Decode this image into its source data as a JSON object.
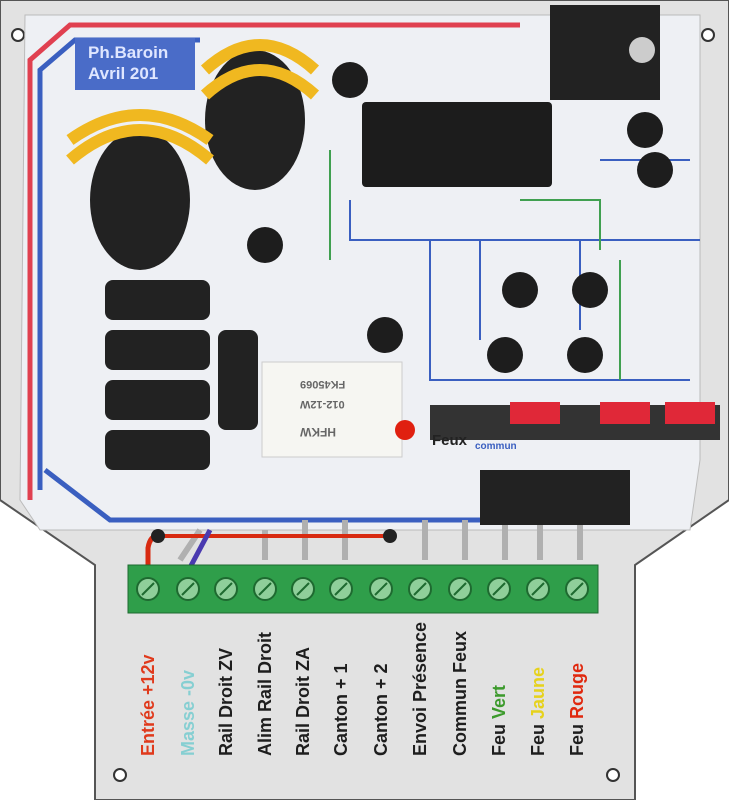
{
  "board": {
    "author": "Ph.Baroin",
    "date": "Avril 201",
    "feux_label": "Feux",
    "commun_label": "commun",
    "relay_brand": "HFKW",
    "relay_model": "012-12W",
    "relay_code": "FK45069"
  },
  "terminals": [
    {
      "prefix": "Entrée +12v",
      "highlight": "",
      "color": "#e03a1c"
    },
    {
      "prefix": "Masse -0v",
      "highlight": "",
      "color": "#86cfd2"
    },
    {
      "prefix": "Rail Droit ZV",
      "highlight": "",
      "color": "#1e1e1e"
    },
    {
      "prefix": "Alim Rail Droit",
      "highlight": "",
      "color": "#1e1e1e"
    },
    {
      "prefix": "Rail Droit ZA",
      "highlight": "",
      "color": "#1e1e1e"
    },
    {
      "prefix": "Canton + 1",
      "highlight": "",
      "color": "#1e1e1e"
    },
    {
      "prefix": "Canton + 2",
      "highlight": "",
      "color": "#1e1e1e"
    },
    {
      "prefix": "Envoi Présence",
      "highlight": "",
      "color": "#1e1e1e"
    },
    {
      "prefix": "Commun Feux",
      "highlight": "",
      "color": "#1e1e1e"
    },
    {
      "prefix": "Feu ",
      "highlight": "Vert",
      "color": "#3c9a2c"
    },
    {
      "prefix": "Feu ",
      "highlight": "Jaune",
      "color": "#e6d21c"
    },
    {
      "prefix": "Feu ",
      "highlight": "Rouge",
      "color": "#e0280e"
    }
  ],
  "colors": {
    "plate": "#e2e2e2",
    "terminal_green": "#2f9e4a",
    "trace_blue": "#3a5fc0",
    "trace_red": "#e04050"
  }
}
